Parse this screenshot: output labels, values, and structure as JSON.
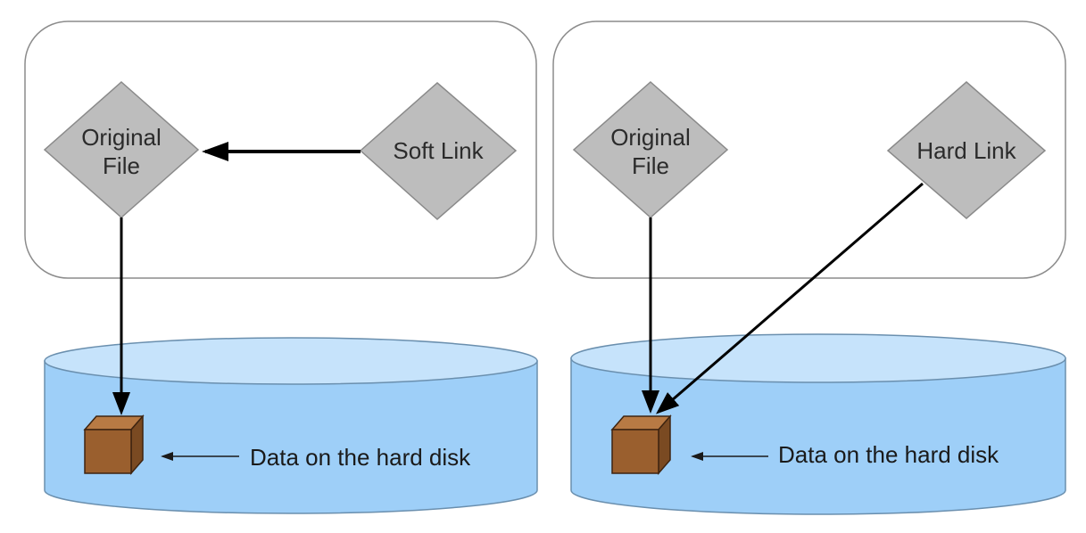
{
  "panels": [
    {
      "id": "soft",
      "original_file": {
        "line1": "Original",
        "line2": "File"
      },
      "link_label": "Soft Link",
      "caption": "Data on the hard disk"
    },
    {
      "id": "hard",
      "original_file": {
        "line1": "Original",
        "line2": "File"
      },
      "link_label": "Hard Link",
      "caption": "Data on the hard disk"
    }
  ],
  "colors": {
    "node_fill": "#bdbdbd",
    "disk_fill": "#9ecff8",
    "disk_top": "#c6e3fb",
    "data_block": "#9a5f2e",
    "arrow": "#000000"
  },
  "icons": {
    "data_block": "brown-cube-icon",
    "disk": "cylinder-disk-icon"
  }
}
